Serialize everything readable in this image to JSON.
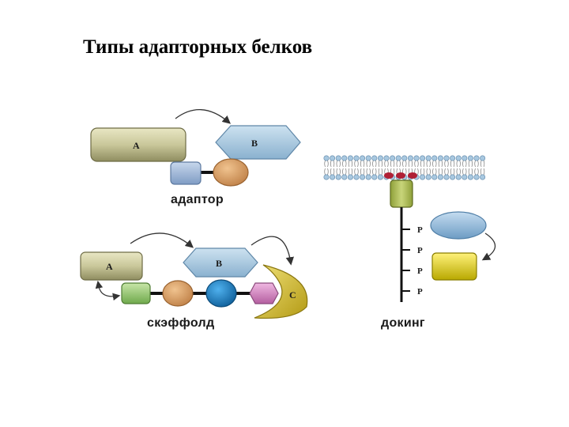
{
  "title": "Типы адапторных белков",
  "panels": {
    "adaptor": {
      "caption": "адаптор",
      "protein_a": "A",
      "protein_b": "B"
    },
    "scaffold": {
      "caption": "скэффолд",
      "protein_a": "A",
      "protein_b": "B",
      "protein_c": "C"
    },
    "docking": {
      "caption": "докинг",
      "phospho_labels": [
        "P",
        "P",
        "P",
        "P"
      ]
    }
  },
  "colors": {
    "protein_a": "#c9c79a",
    "protein_b": "#9fc3dc",
    "adaptor_square": "#9fb7d6",
    "adaptor_oval": "#d9a46a",
    "scaffold_green": "#9ccc7a",
    "scaffold_blue": "#1d7fc2",
    "scaffold_pink": "#d78bc4",
    "crescent": "#d8c23a",
    "docking_yellow": "#e0d000",
    "docking_oval": "#8fb8d8",
    "phospholipid_head": "#a8c8e0",
    "receptor_base": "#a9b955"
  }
}
